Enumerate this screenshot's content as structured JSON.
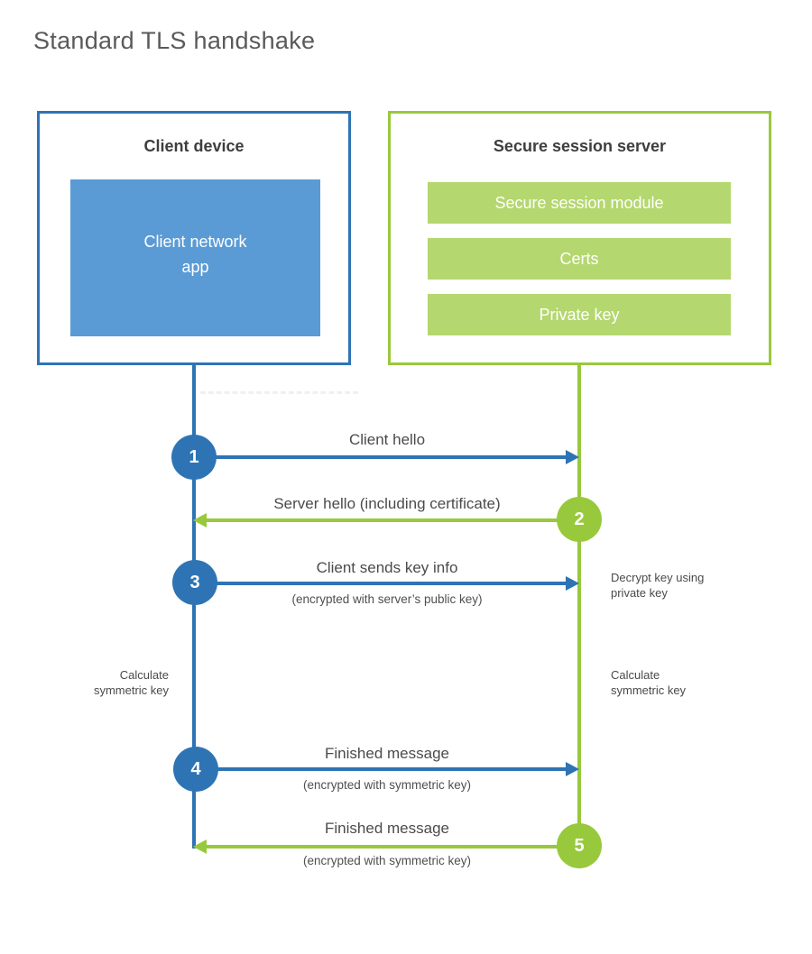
{
  "title": "Standard TLS handshake",
  "colors": {
    "blue": "#2e74b5",
    "blue_fill": "#5b9bd5",
    "green": "#98c93c",
    "green_fill": "#b4d76f"
  },
  "client": {
    "title": "Client device",
    "app_label": "Client network\napp"
  },
  "server": {
    "title": "Secure session server",
    "modules": [
      "Secure session module",
      "Certs",
      "Private key"
    ]
  },
  "messages": [
    {
      "step": "1",
      "label": "Client hello",
      "sublabel": "",
      "direction": "right",
      "from": "client"
    },
    {
      "step": "2",
      "label": "Server hello (including certificate)",
      "sublabel": "",
      "direction": "left",
      "from": "server"
    },
    {
      "step": "3",
      "label": "Client sends key info",
      "sublabel": "(encrypted with server’s public key)",
      "direction": "right",
      "from": "client"
    },
    {
      "step": "4",
      "label": "Finished message",
      "sublabel": "(encrypted with symmetric key)",
      "direction": "right",
      "from": "client"
    },
    {
      "step": "5",
      "label": "Finished message",
      "sublabel": "(encrypted with symmetric key)",
      "direction": "left",
      "from": "server"
    }
  ],
  "annotations": {
    "decrypt": "Decrypt key using\nprivate key",
    "calc_left": "Calculate\nsymmetric key",
    "calc_right": "Calculate\nsymmetric key"
  }
}
